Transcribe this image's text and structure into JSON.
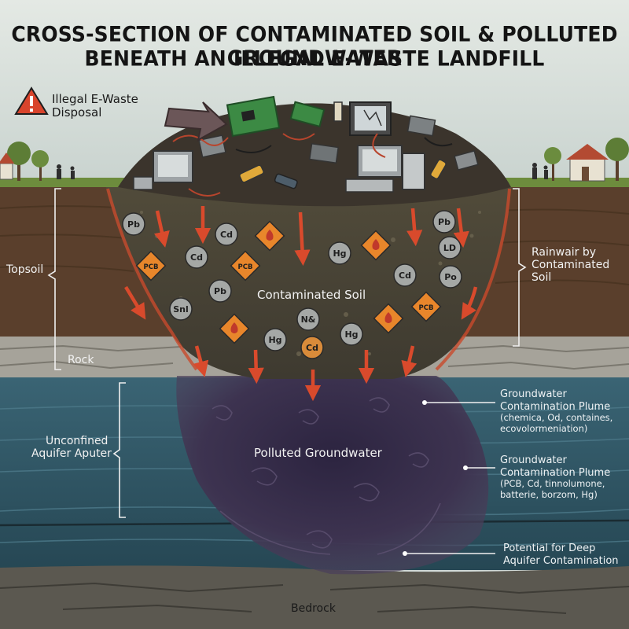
{
  "title": {
    "line1": "CROSS-SECTION OF CONTAMINATED SOIL & POLLUTED GROUNDWATER",
    "line2": "BENEATH AN ILLEGAL E-WASTE LANDFILL"
  },
  "disposal": {
    "line1": "Illegal E-Waste",
    "line2": "Disposal"
  },
  "layers": {
    "topsoil": "Topsoil",
    "rock": "Rock",
    "contaminated_soil": "Contaminated Soil",
    "aquifer_line1": "Unconfined",
    "aquifer_line2": "Aquifer Aputer",
    "polluted_groundwater": "Polluted Groundwater",
    "bedrock": "Bedrock"
  },
  "right_bracket": {
    "line1": "Rainwair by",
    "line2": "Contaminated",
    "line3": "Soil"
  },
  "plume1": {
    "line1": "Groundwater",
    "line2": "Contamination Plume",
    "line3": "(chemica, Od, containes,",
    "line4": "ecovolormeniation)"
  },
  "plume2": {
    "line1": "Groundwater",
    "line2": "Contamination Plume",
    "line3": "(PCB, Cd, tinnolumone,",
    "line4": "batterie, borzom, Hg)"
  },
  "deep": {
    "line1": "Potential for Deep",
    "line2": "Aquifer Contamination"
  },
  "markers": {
    "m1": "Pb",
    "m2": "Cd",
    "m3": "PCB",
    "m4": "Cd",
    "m5": "PCB",
    "m6": "Hg",
    "m7": "Pb",
    "m8": "LD",
    "m9": "Cd",
    "m10": "Po",
    "m11": "Snl",
    "m12": "Pb",
    "m13": "PCB",
    "m14": "N&",
    "m15": "Hg",
    "m16": "Cd",
    "m17": "Hg"
  },
  "colors": {
    "sky": "#d7dfdb",
    "topsoil": "#5a3f2c",
    "rock": "#a6a39a",
    "contaminated": "#4a4535",
    "water": "#2f5666",
    "plume": "#3b2f48",
    "bedrock": "#5b5850",
    "arrow": "#d94a2c",
    "hazard": "#e8862b",
    "warning": "#d8442c"
  },
  "icons": [
    "warning-icon",
    "arrow-icon",
    "hazard-icon",
    "house-icon",
    "tree-icon",
    "computer-icon",
    "circuit-board-icon",
    "battery-icon"
  ]
}
